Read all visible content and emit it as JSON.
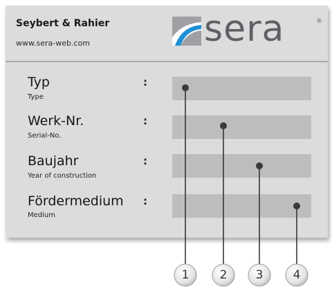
{
  "header": {
    "company": "Seybert & Rahier",
    "website": "www.sera-web.com",
    "logo_text": "sera",
    "registered_mark": "®"
  },
  "fields": [
    {
      "label": "Typ",
      "sublabel": "Type",
      "separator": ":"
    },
    {
      "label": "Werk-Nr.",
      "sublabel": "Serial-No.",
      "separator": ":"
    },
    {
      "label": "Baujahr",
      "sublabel": "Year of construction",
      "separator": ":"
    },
    {
      "label": "Fördermedium",
      "sublabel": "Medium",
      "separator": ":"
    }
  ],
  "callouts": [
    "1",
    "2",
    "3",
    "4"
  ],
  "colors": {
    "plate": "#dcdcdc",
    "field": "#bdbdbd",
    "logo_gray": "#5f6065",
    "logo_blue": "#1e90d6"
  }
}
